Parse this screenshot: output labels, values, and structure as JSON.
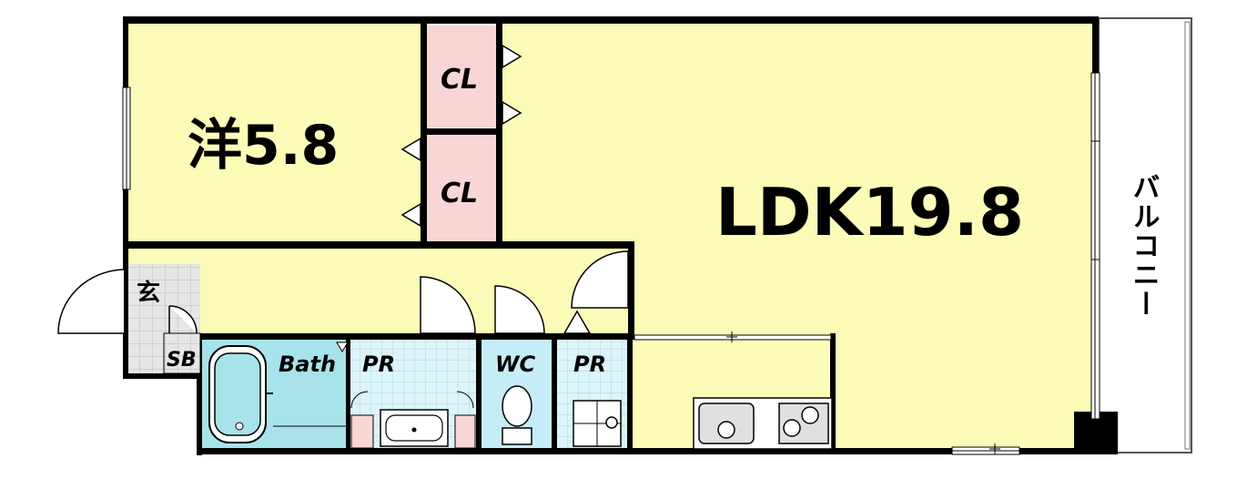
{
  "rooms": {
    "western": "洋5.8",
    "ldk": "LDK19.8",
    "closet_top": "CL",
    "closet_bottom": "CL",
    "entrance": "玄",
    "shoe_box": "SB",
    "bath": "Bath",
    "powder_left": "PR",
    "toilet": "WC",
    "powder_right": "PR",
    "balcony": "バルコニー"
  },
  "colors": {
    "room": "#fcfcb8",
    "closet": "#f8d6d6",
    "bath": "#a8e2ea",
    "tile": "#dcf4fa",
    "wc": "#c6ecf8",
    "entry": "#e4e4e4",
    "wall": "#000000"
  }
}
